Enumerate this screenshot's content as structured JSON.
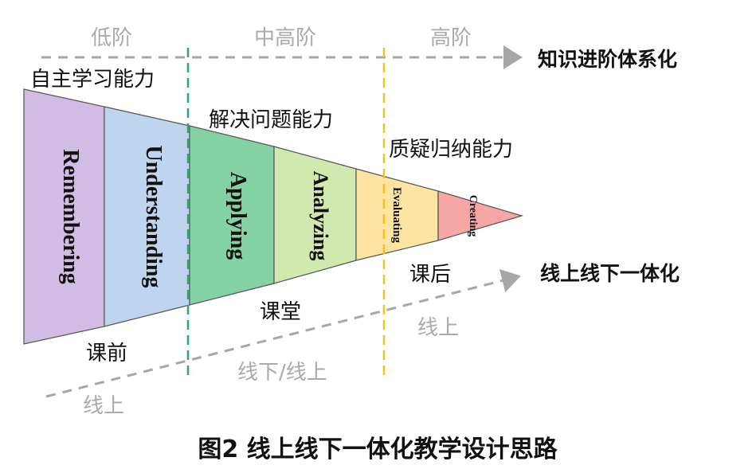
{
  "levels": {
    "low": "低阶",
    "mid_high": "中高阶",
    "high": "高阶"
  },
  "axes": {
    "knowledge": "知识进阶体系化",
    "online_offline": "线上线下一体化"
  },
  "abilities": {
    "self_learning": "自主学习能力",
    "problem_solving": "解决问题能力",
    "questioning": "质疑归纳能力"
  },
  "stages": [
    {
      "label": "Remembering",
      "color": "#d1bde3"
    },
    {
      "label": "Understanding",
      "color": "#bfd5ef"
    },
    {
      "label": "Applying",
      "color": "#84d1a4"
    },
    {
      "label": "Analyzing",
      "color": "#cfe9af"
    },
    {
      "label": "Evaluating",
      "color": "#fde4a0"
    },
    {
      "label": "Creating",
      "color": "#f6a6a4"
    }
  ],
  "phases": {
    "before_class": "课前",
    "in_class": "课堂",
    "after_class": "课后"
  },
  "modes": {
    "online_left": "线上",
    "mixed": "线下/线上",
    "online_right": "线上"
  },
  "caption": "图2  线上线下一体化教学设计思路",
  "colors": {
    "dashed_green": "#2aa86b",
    "dashed_yellow": "#f3c21b",
    "arrow_gray": "#a7a7a7"
  }
}
